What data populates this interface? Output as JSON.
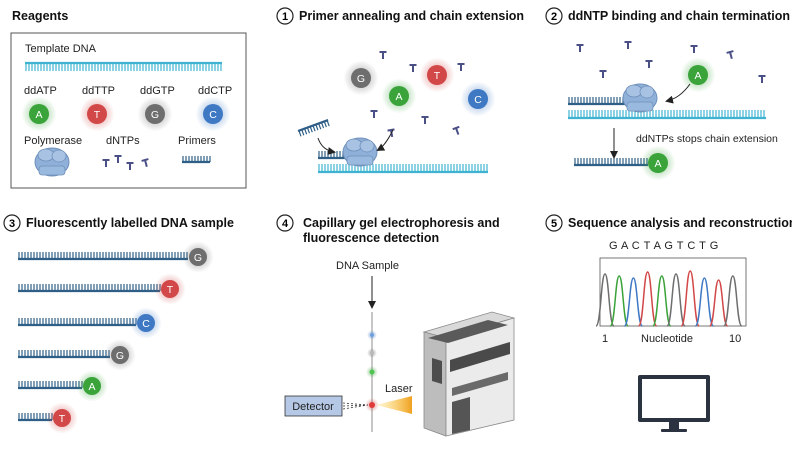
{
  "reagents": {
    "title": "Reagents",
    "template_label": "Template DNA",
    "dd_labels": [
      "ddATP",
      "ddTTP",
      "ddGTP",
      "ddCTP"
    ],
    "dd_letters": [
      "A",
      "T",
      "G",
      "C"
    ],
    "polymerase_label": "Polymerase",
    "dntps_label": "dNTPs",
    "primers_label": "Primers"
  },
  "steps": {
    "s1_num": "1",
    "s1_title": "Primer annealing and chain extension",
    "s2_num": "2",
    "s2_title": "ddNTP binding and chain termination",
    "s2_note": "ddNTPs stops chain extension",
    "s3_num": "3",
    "s3_title": "Fluorescently labelled DNA sample",
    "s4_num": "4",
    "s4_title_l1": "Capillary gel electrophoresis and",
    "s4_title_l2": "fluorescence detection",
    "s4_sample": "DNA Sample",
    "s4_laser": "Laser",
    "s4_detector": "Detector",
    "s5_num": "5",
    "s5_title": "Sequence analysis and reconstruction",
    "s5_sequence": "G A C T A G T C T G",
    "s5_axis_start": "1",
    "s5_axis_label": "Nucleotide",
    "s5_axis_end": "10"
  },
  "colors": {
    "A": "#3aa33a",
    "T": "#d24848",
    "G": "#6e6e6e",
    "C": "#3f79c4",
    "dna_light": "#3fb3d1",
    "dna_dark": "#2f5f86",
    "polymerase": "#8fb0d8",
    "dntp": "#4a4f86"
  }
}
